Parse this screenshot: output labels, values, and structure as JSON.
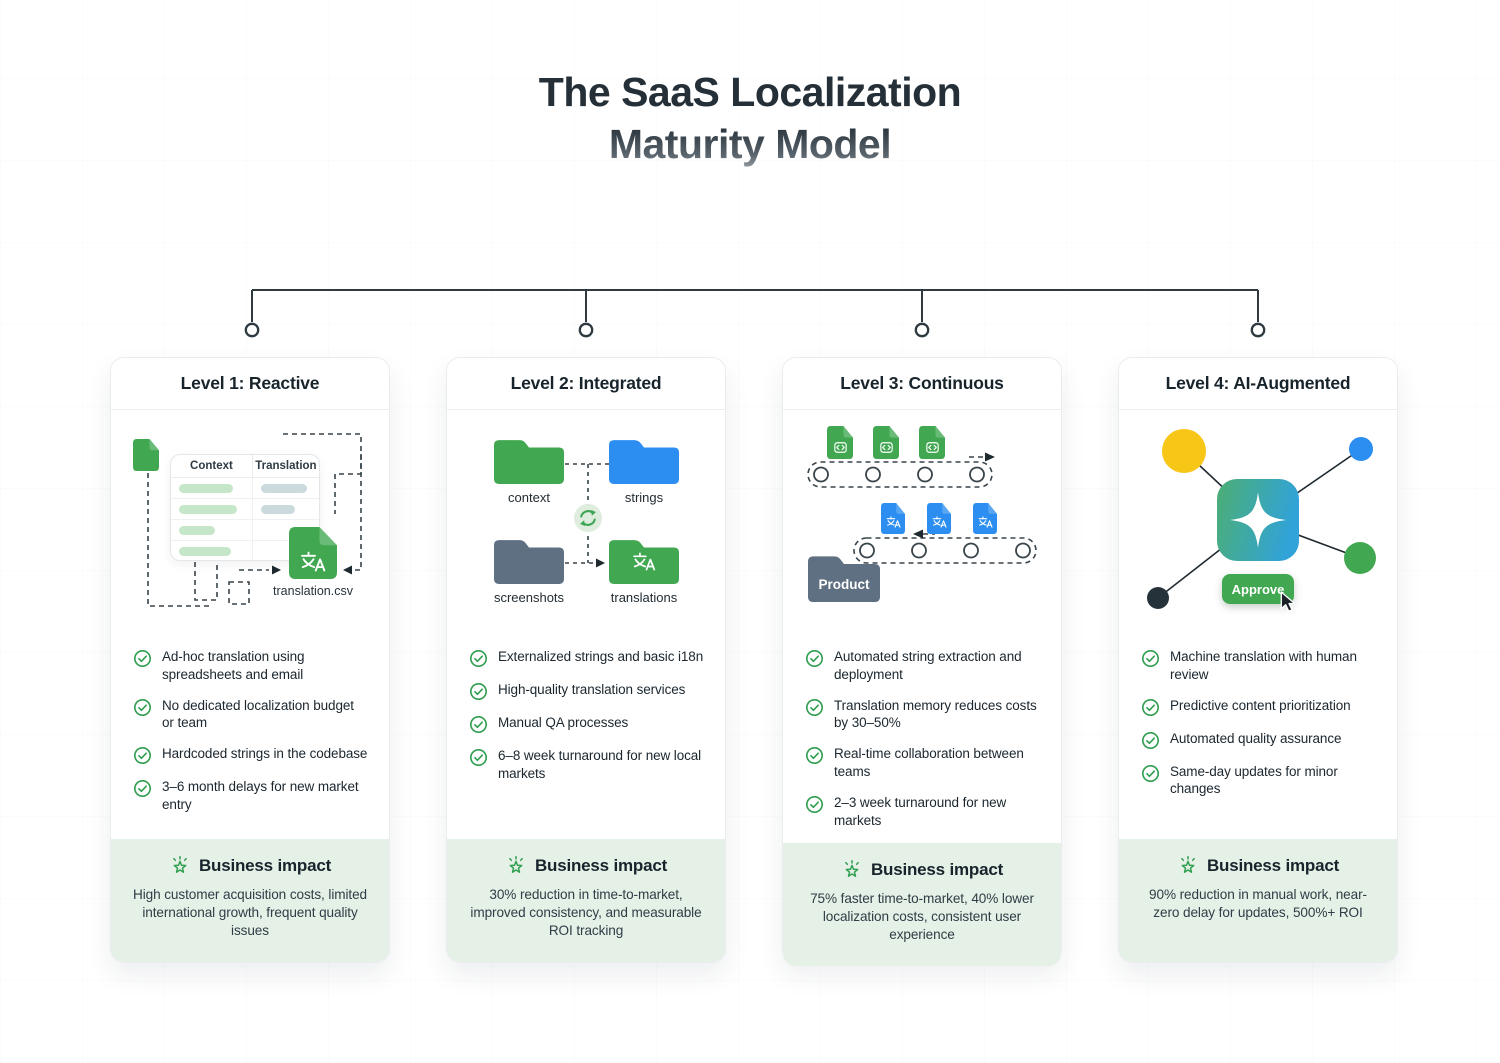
{
  "title": {
    "line1": "The SaaS Localization",
    "line2": "Maturity Model"
  },
  "colors": {
    "green": "#41a851",
    "blue": "#2b8ef0",
    "slate": "#5f7082",
    "yellow": "#f8c616",
    "dark": "#26323a",
    "impact_bg": "#e5f0e7",
    "check_green": "#2e9e4f",
    "gradient_square_from": "#4cae73",
    "gradient_square_to": "#31a3d9"
  },
  "icons": {
    "check": "circled-checkmark",
    "impact": "starburst",
    "sync": "refresh-arrows",
    "translate": "translate-glyph",
    "code": "code-brackets",
    "cursor": "mouse-pointer"
  },
  "cards": [
    {
      "title": "Level 1: Reactive",
      "illustration": {
        "columns": [
          "Context",
          "Translation"
        ],
        "file_label": "translation.csv"
      },
      "items": [
        "Ad-hoc translation using spreadsheets and email",
        "No dedicated localization budget or team",
        "Hardcoded strings in the codebase",
        "3–6 month delays for new market entry"
      ],
      "impact": {
        "heading": "Business impact",
        "text": "High customer acquisition costs, limited international growth, frequent quality issues"
      }
    },
    {
      "title": "Level 2: Integrated",
      "illustration": {
        "folders": [
          "context",
          "strings",
          "screenshots",
          "translations"
        ]
      },
      "items": [
        "Externalized strings and basic i18n",
        "High-quality translation services",
        "Manual QA processes",
        "6–8 week turnaround for new local markets"
      ],
      "impact": {
        "heading": "Business impact",
        "text": "30% reduction in time-to-market, improved consistency, and measurable ROI tracking"
      }
    },
    {
      "title": "Level 3: Continuous",
      "illustration": {
        "folder_label": "Product"
      },
      "items": [
        "Automated string extraction and deployment",
        "Translation memory reduces costs by 30–50%",
        "Real-time collaboration between teams",
        "2–3 week turnaround for new markets"
      ],
      "impact": {
        "heading": "Business impact",
        "text": "75% faster time-to-market, 40% lower localization costs, consistent user experience"
      }
    },
    {
      "title": "Level 4: AI-Augmented",
      "illustration": {
        "button_label": "Approve"
      },
      "items": [
        "Machine translation with human review",
        "Predictive content prioritization",
        "Automated quality assurance",
        "Same-day updates for minor changes"
      ],
      "impact": {
        "heading": "Business impact",
        "text": "90% reduction in manual work, near-zero delay for updates, 500%+ ROI"
      }
    }
  ]
}
